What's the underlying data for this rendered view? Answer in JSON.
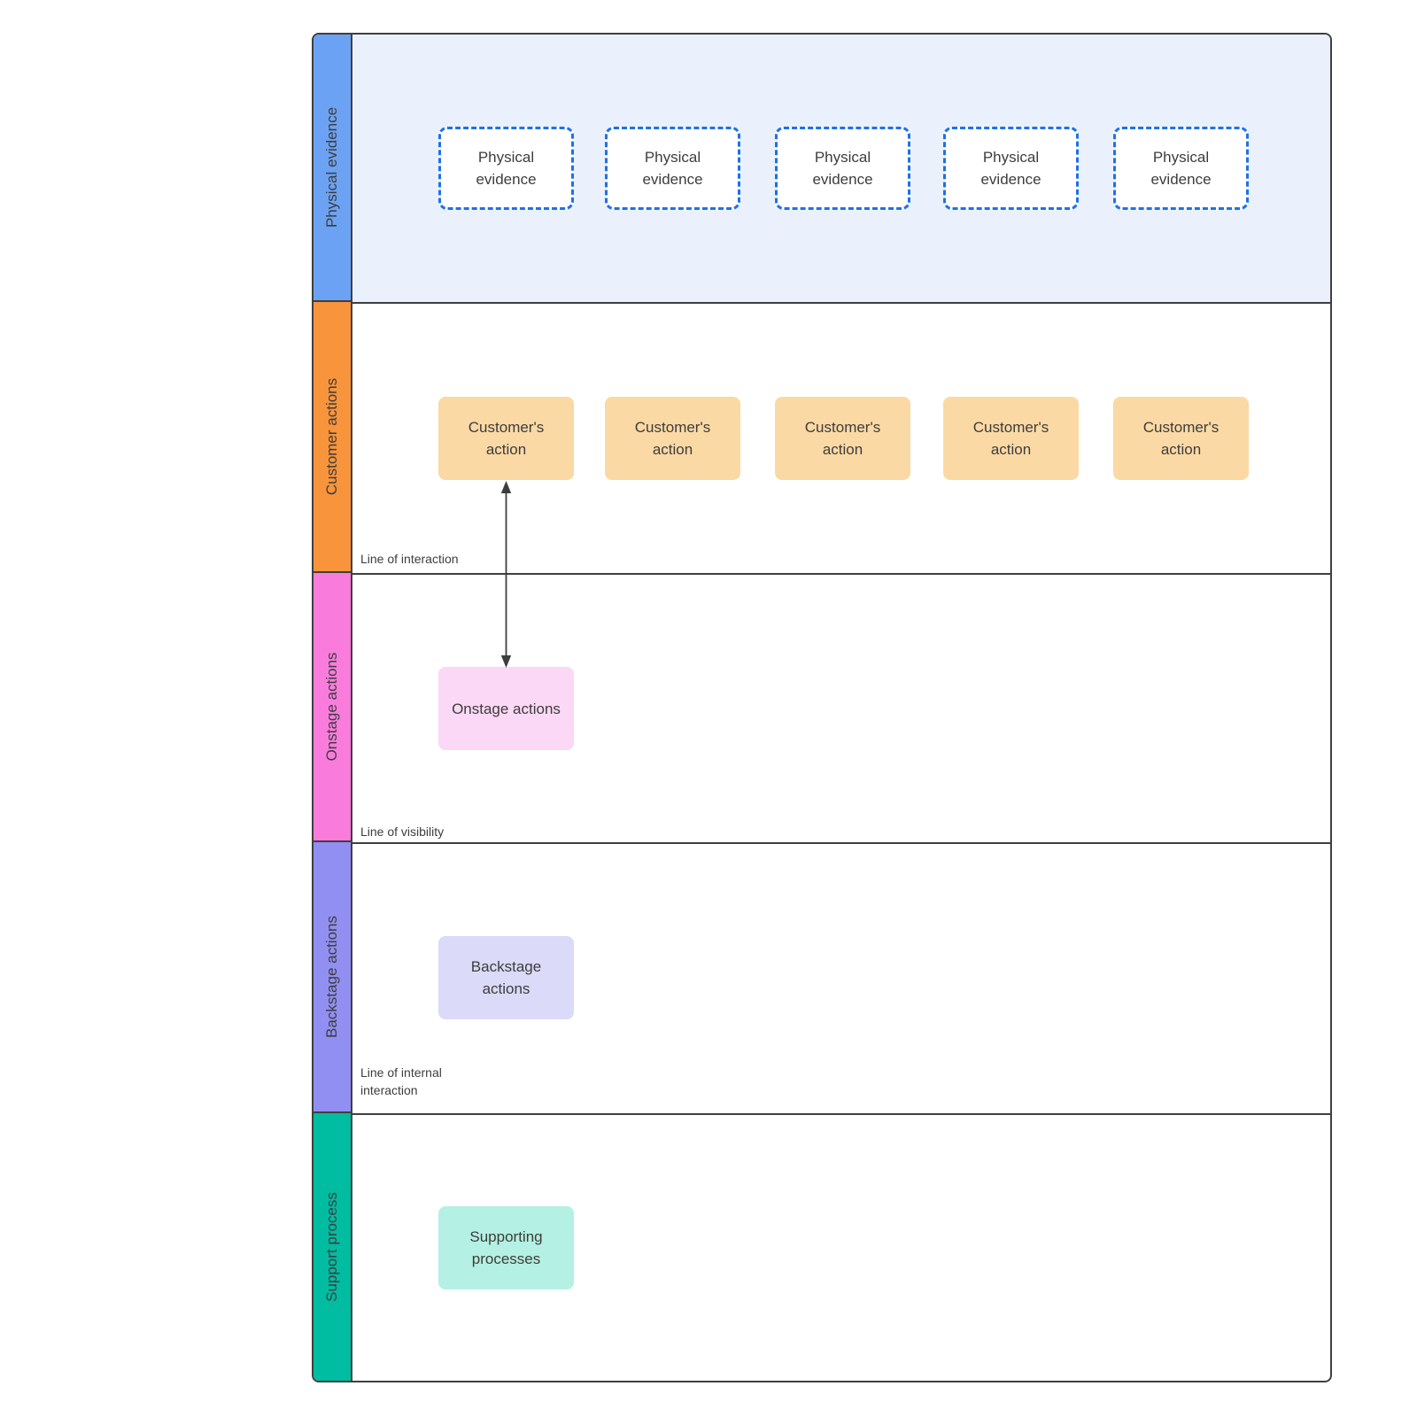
{
  "colors": {
    "frame_border": "#3F3F3F",
    "text": "#3D3D3D",
    "dashed_node_border": "#1E71E7",
    "physical_evidence_band_bg": "#EAF1FC"
  },
  "lanes": [
    {
      "label": "Physical evidence",
      "strip_color": "#6CA2F3",
      "band_bg": "#EAF1FC",
      "node_fill": "#FFFFFF",
      "boxes": [
        "Physical evidence",
        "Physical evidence",
        "Physical evidence",
        "Physical evidence",
        "Physical evidence"
      ]
    },
    {
      "label": "Customer actions",
      "strip_color": "#F8943B",
      "band_bg": "#FFFFFF",
      "node_fill": "#FBD9A4",
      "boxes": [
        "Customer's action",
        "Customer's action",
        "Customer's action",
        "Customer's action",
        "Customer's action"
      ],
      "boundary_label": "Line of interaction"
    },
    {
      "label": "Onstage actions",
      "strip_color": "#F97CDD",
      "band_bg": "#FFFFFF",
      "node_fill": "#FBD8F5",
      "boxes": [
        "Onstage actions"
      ],
      "boundary_label": "Line of visibility"
    },
    {
      "label": "Backstage actions",
      "strip_color": "#918FF1",
      "band_bg": "#FFFFFF",
      "node_fill": "#DBDAF8",
      "boxes": [
        "Backstage actions"
      ],
      "boundary_label": "Line of internal interaction"
    },
    {
      "label": "Support process",
      "strip_color": "#00BCA1",
      "band_bg": "#FFFFFF",
      "node_fill": "#B4F0E3",
      "boxes": [
        "Supporting processes"
      ]
    }
  ],
  "connector": {
    "style": "vertical-double-headed-arrow",
    "between": "Customer's action / Onstage actions"
  }
}
